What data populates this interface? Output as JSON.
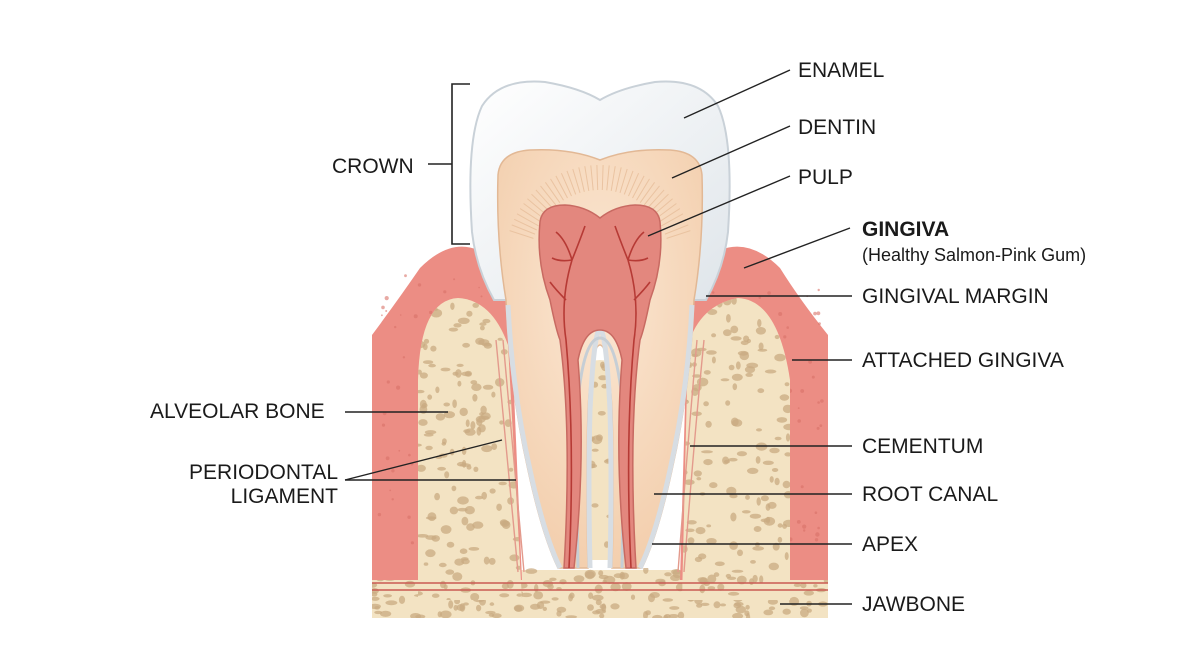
{
  "colors": {
    "gum": "#ec8d84",
    "gum_dark": "#d97168",
    "bone": "#f3e3c3",
    "bone_pore": "#c9ab82",
    "enamel": "#f2f5f7",
    "dentin": "#f8d9bc",
    "pulp": "#e3877e",
    "vessel": "#b63a35",
    "line": "#222222"
  },
  "labels": {
    "crown": "CROWN",
    "enamel": "ENAMEL",
    "dentin": "DENTIN",
    "pulp": "PULP",
    "gingiva": "GINGIVA",
    "gingiva_sub": "(Healthy Salmon-Pink Gum)",
    "gingival_margin": "GINGIVAL MARGIN",
    "attached_gingiva": "ATTACHED GINGIVA",
    "alveolar_bone": "ALVEOLAR BONE",
    "periodontal_line1": "PERIODONTAL",
    "periodontal_line2": "LIGAMENT",
    "cementum": "CEMENTUM",
    "root_canal": "ROOT CANAL",
    "apex": "APEX",
    "jawbone": "JAWBONE"
  }
}
